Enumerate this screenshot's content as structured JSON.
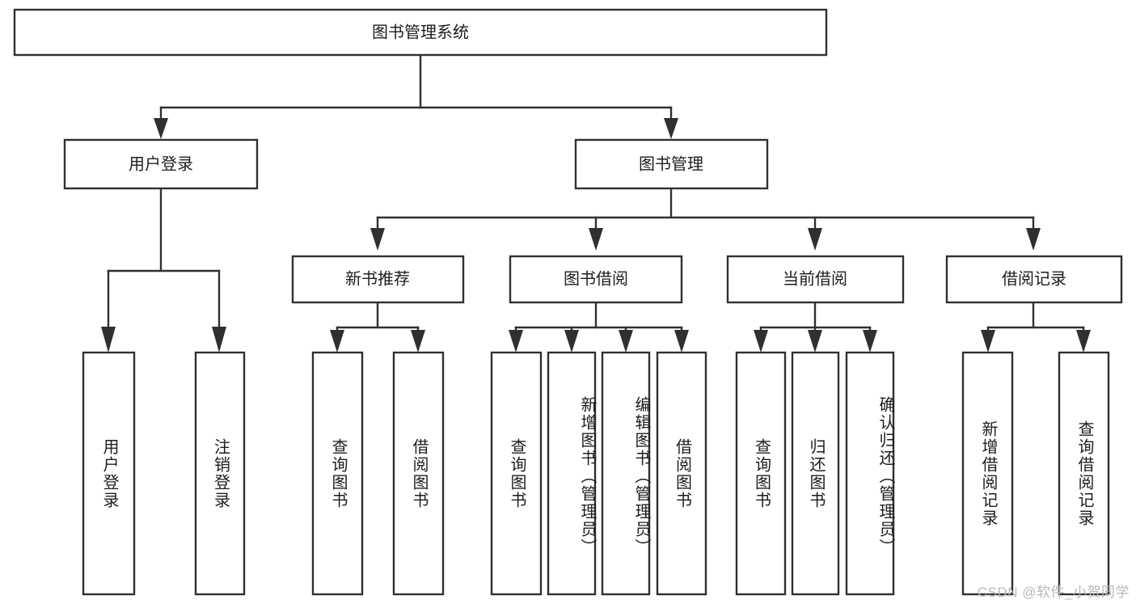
{
  "diagram": {
    "type": "tree",
    "title": "图书管理系统",
    "root": {
      "id": "root",
      "label": "图书管理系统",
      "orientation": "horizontal"
    },
    "level2": [
      {
        "id": "user-login",
        "label": "用户登录",
        "orientation": "horizontal"
      },
      {
        "id": "book-management",
        "label": "图书管理",
        "orientation": "horizontal"
      }
    ],
    "level3": [
      {
        "id": "new-book-recommend",
        "label": "新书推荐",
        "orientation": "horizontal",
        "parent": "book-management"
      },
      {
        "id": "book-borrow",
        "label": "图书借阅",
        "orientation": "horizontal",
        "parent": "book-management"
      },
      {
        "id": "current-borrow",
        "label": "当前借阅",
        "orientation": "horizontal",
        "parent": "book-management"
      },
      {
        "id": "borrow-record",
        "label": "借阅记录",
        "orientation": "horizontal",
        "parent": "book-management"
      }
    ],
    "leaves": [
      {
        "id": "leaf-user-login",
        "label": "用户登录",
        "orientation": "vertical",
        "parent": "user-login"
      },
      {
        "id": "leaf-user-logout",
        "label": "注销登录",
        "orientation": "vertical",
        "parent": "user-login"
      },
      {
        "id": "leaf-query-book-1",
        "label": "查询图书",
        "orientation": "vertical",
        "parent": "new-book-recommend"
      },
      {
        "id": "leaf-borrow-book-1",
        "label": "借阅图书",
        "orientation": "vertical",
        "parent": "new-book-recommend"
      },
      {
        "id": "leaf-query-book-2",
        "label": "查询图书",
        "orientation": "vertical",
        "parent": "book-borrow"
      },
      {
        "id": "leaf-add-book",
        "label": "新增图书（管理员）",
        "orientation": "vertical",
        "parent": "book-borrow"
      },
      {
        "id": "leaf-edit-book",
        "label": "编辑图书（管理员）",
        "orientation": "vertical",
        "parent": "book-borrow"
      },
      {
        "id": "leaf-borrow-book-2",
        "label": "借阅图书",
        "orientation": "vertical",
        "parent": "book-borrow"
      },
      {
        "id": "leaf-query-book-3",
        "label": "查询图书",
        "orientation": "vertical",
        "parent": "current-borrow"
      },
      {
        "id": "leaf-return-book",
        "label": "归还图书",
        "orientation": "vertical",
        "parent": "current-borrow"
      },
      {
        "id": "leaf-confirm-return",
        "label": "确认归还（管理员）",
        "orientation": "vertical",
        "parent": "current-borrow"
      },
      {
        "id": "leaf-add-record",
        "label": "新增借阅记录",
        "orientation": "vertical",
        "parent": "borrow-record"
      },
      {
        "id": "leaf-query-record",
        "label": "查询借阅记录",
        "orientation": "vertical",
        "parent": "borrow-record"
      }
    ]
  },
  "watermark": {
    "text": "CSDN @软件_小贺同学"
  },
  "colors": {
    "stroke": "#303030",
    "box_fill": "#ffffff",
    "text": "#1d1d1d",
    "background": "#ffffff",
    "watermark": "#b8b8b8"
  }
}
